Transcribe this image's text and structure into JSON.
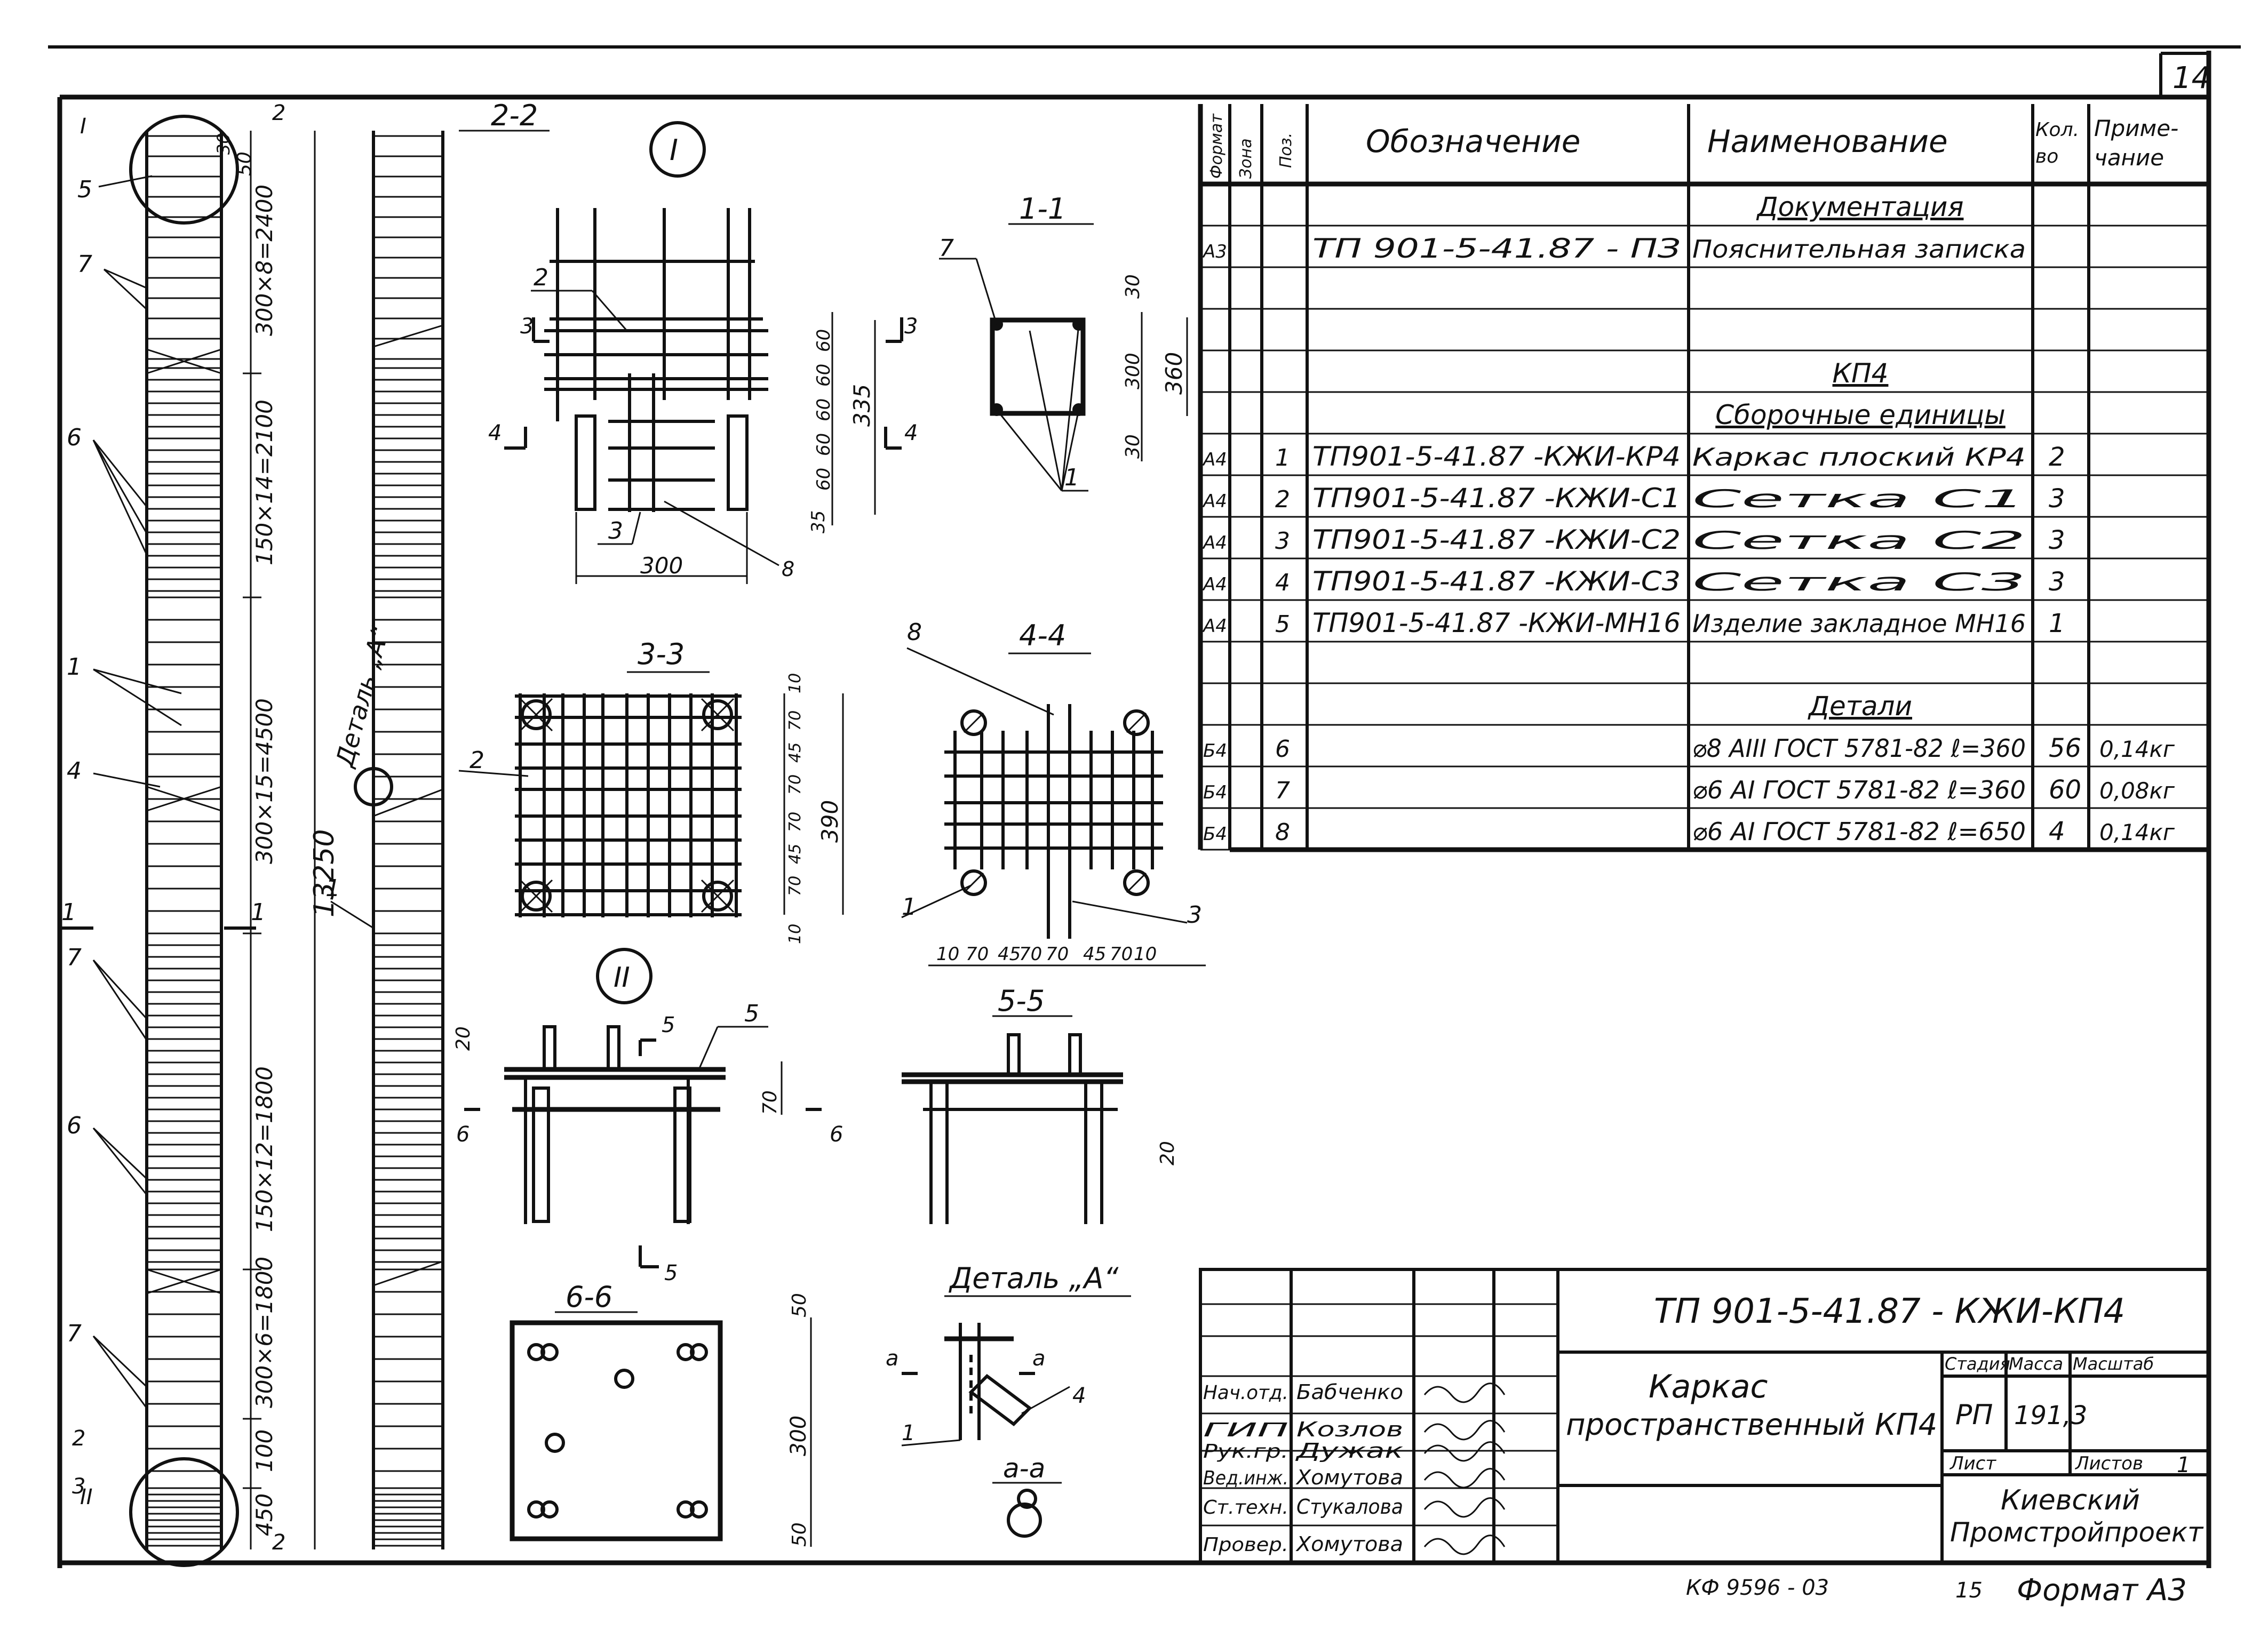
{
  "sheet": {
    "number": "14",
    "footer_code": "КФ 9596 - 03",
    "footer_page": "15",
    "footer_format": "Формат А3"
  },
  "views": {
    "detail1": "I",
    "detail2": "II",
    "s11": "1-1",
    "s22": "2-2",
    "s33": "3-3",
    "s44": "4-4",
    "s55": "5-5",
    "s66": "6-6",
    "detailA": "Деталь „А“",
    "aa": "a-a",
    "detailA_vertical": "Деталь „А“"
  },
  "elevation": {
    "dims": [
      "300×8=2400",
      "150×14=2100",
      "300×15=4500",
      "150×12=1800",
      "300×6=1800",
      "100",
      "450",
      "50",
      "30",
      "13250"
    ],
    "cut_marks": [
      "I",
      "II",
      "2",
      "2",
      "1",
      "1"
    ],
    "positions": [
      "5",
      "7",
      "6",
      "1",
      "4",
      "7",
      "6",
      "7",
      "2",
      "3"
    ]
  },
  "d1": {
    "dims": [
      "60",
      "60",
      "60",
      "60",
      "60",
      "35",
      "335",
      "300"
    ],
    "labels": [
      "2",
      "3",
      "8",
      "3",
      "3",
      "4",
      "4"
    ]
  },
  "s11": {
    "dims": [
      "30",
      "300",
      "30",
      "360"
    ],
    "labels": [
      "7",
      "1"
    ]
  },
  "s33": {
    "dims": [
      "10",
      "70",
      "45",
      "70",
      "70",
      "45",
      "70",
      "10",
      "390"
    ],
    "labels": [
      "2"
    ]
  },
  "s44": {
    "dims": [
      "10",
      "70",
      "45",
      "70",
      "70",
      "45",
      "70",
      "10"
    ],
    "labels": [
      "8",
      "1",
      "3"
    ]
  },
  "d2": {
    "dims": [
      "20",
      "70"
    ],
    "labels": [
      "5",
      "5",
      "5",
      "6",
      "6"
    ]
  },
  "s55": {
    "dims": [
      "20"
    ]
  },
  "s66": {
    "dims": [
      "50",
      "300",
      "50"
    ]
  },
  "dA": {
    "labels": [
      "a",
      "a",
      "4",
      "1"
    ]
  },
  "spec": {
    "headers": [
      "Формат",
      "Зона",
      "Поз.",
      "Обозначение",
      "Наименование",
      "Кол. во",
      "Приме- чание"
    ],
    "rows": [
      {
        "fmt": "",
        "zone": "",
        "pos": "",
        "desig": "",
        "name": "Документация",
        "qty": "",
        "note": "",
        "heading": true
      },
      {
        "fmt": "А3",
        "zone": "",
        "pos": "",
        "desig": "ТП 901-5-41.87 - ПЗ",
        "name": "Пояснительная записка",
        "qty": "",
        "note": ""
      },
      {
        "fmt": "",
        "zone": "",
        "pos": "",
        "desig": "",
        "name": "",
        "qty": "",
        "note": ""
      },
      {
        "fmt": "",
        "zone": "",
        "pos": "",
        "desig": "",
        "name": "",
        "qty": "",
        "note": ""
      },
      {
        "fmt": "",
        "zone": "",
        "pos": "",
        "desig": "",
        "name": "КП4",
        "qty": "",
        "note": "",
        "heading": true
      },
      {
        "fmt": "",
        "zone": "",
        "pos": "",
        "desig": "",
        "name": "Сборочные единицы",
        "qty": "",
        "note": "",
        "heading": true
      },
      {
        "fmt": "А4",
        "zone": "",
        "pos": "1",
        "desig": "ТП901-5-41.87 -КЖИ-КР4",
        "name": "Каркас плоский КР4",
        "qty": "2",
        "note": ""
      },
      {
        "fmt": "А4",
        "zone": "",
        "pos": "2",
        "desig": "ТП901-5-41.87 -КЖИ-С1",
        "name": "Сетка С1",
        "qty": "3",
        "note": ""
      },
      {
        "fmt": "А4",
        "zone": "",
        "pos": "3",
        "desig": "ТП901-5-41.87 -КЖИ-С2",
        "name": "Сетка С2",
        "qty": "3",
        "note": ""
      },
      {
        "fmt": "А4",
        "zone": "",
        "pos": "4",
        "desig": "ТП901-5-41.87 -КЖИ-С3",
        "name": "Сетка С3",
        "qty": "3",
        "note": ""
      },
      {
        "fmt": "А4",
        "zone": "",
        "pos": "5",
        "desig": "ТП901-5-41.87 -КЖИ-МН16",
        "name": "Изделие закладное МН16",
        "qty": "1",
        "note": ""
      },
      {
        "fmt": "",
        "zone": "",
        "pos": "",
        "desig": "",
        "name": "",
        "qty": "",
        "note": ""
      },
      {
        "fmt": "",
        "zone": "",
        "pos": "",
        "desig": "",
        "name": "Детали",
        "qty": "",
        "note": "",
        "heading": true
      },
      {
        "fmt": "Б4",
        "zone": "",
        "pos": "6",
        "desig": "",
        "name": "⌀8 АIII ГОСТ 5781-82 ℓ=360",
        "qty": "56",
        "note": "0,14кг"
      },
      {
        "fmt": "Б4",
        "zone": "",
        "pos": "7",
        "desig": "",
        "name": "⌀6 АI ГОСТ 5781-82 ℓ=360",
        "qty": "60",
        "note": "0,08кг"
      },
      {
        "fmt": "Б4",
        "zone": "",
        "pos": "8",
        "desig": "",
        "name": "⌀6 АI ГОСТ 5781-82 ℓ=650",
        "qty": "4",
        "note": "0,14кг"
      }
    ]
  },
  "title_block": {
    "code": "ТП 901-5-41.87 - КЖИ-КП4",
    "name_line1": "Каркас",
    "name_line2": "пространственный КП4",
    "stage_label": "Стадия",
    "mass_label": "Масса",
    "scale_label": "Масштаб",
    "stage": "РП",
    "mass": "191,3",
    "scale": "",
    "sheet_label": "Лист",
    "sheets_label": "Листов",
    "sheets": "1",
    "org_line1": "Киевский",
    "org_line2": "Промстройпроект",
    "staff": [
      {
        "role": "Нач.отд.",
        "name": "Бабченко"
      },
      {
        "role": "ГИП",
        "name": "Козлов"
      },
      {
        "role": "Рук.гр.",
        "name": "Дужак"
      },
      {
        "role": "Вед.инж.",
        "name": "Хомутова"
      },
      {
        "role": "Ст.техн.",
        "name": "Стукалова"
      },
      {
        "role": "Провер.",
        "name": "Хомутова"
      }
    ]
  }
}
